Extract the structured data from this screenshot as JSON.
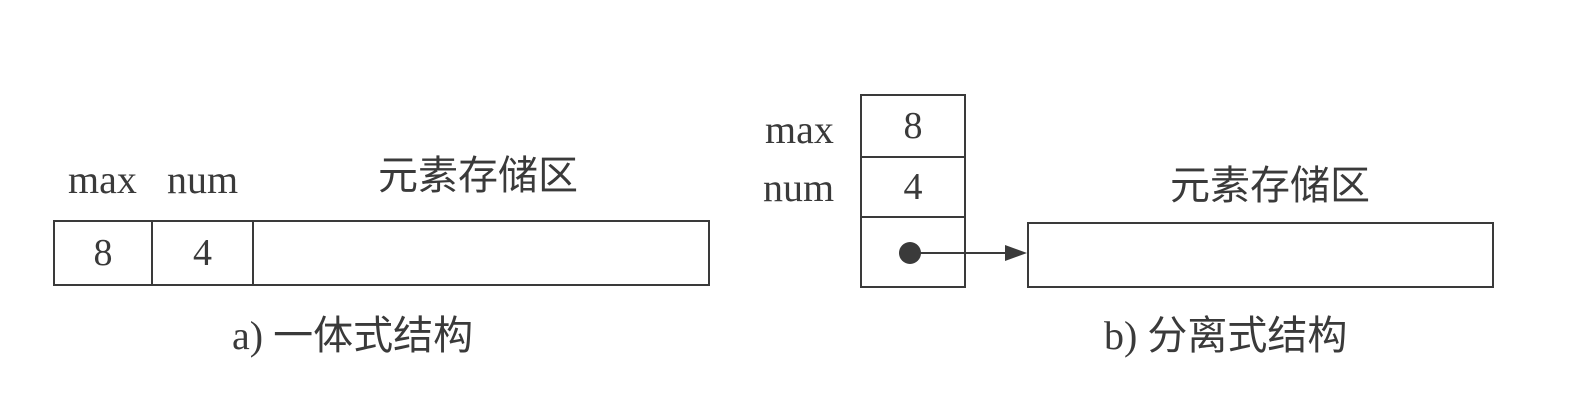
{
  "integrated": {
    "field_label_max": "max",
    "field_label_num": "num",
    "storage_label": "元素存储区",
    "max_value": "8",
    "num_value": "4",
    "caption": "a) 一体式结构"
  },
  "separated": {
    "field_label_max": "max",
    "field_label_num": "num",
    "max_value": "8",
    "num_value": "4",
    "storage_label": "元素存储区",
    "caption": "b) 分离式结构"
  },
  "colors": {
    "stroke": "#3a3a3a",
    "text": "#3a3a3a",
    "background": "#ffffff"
  }
}
